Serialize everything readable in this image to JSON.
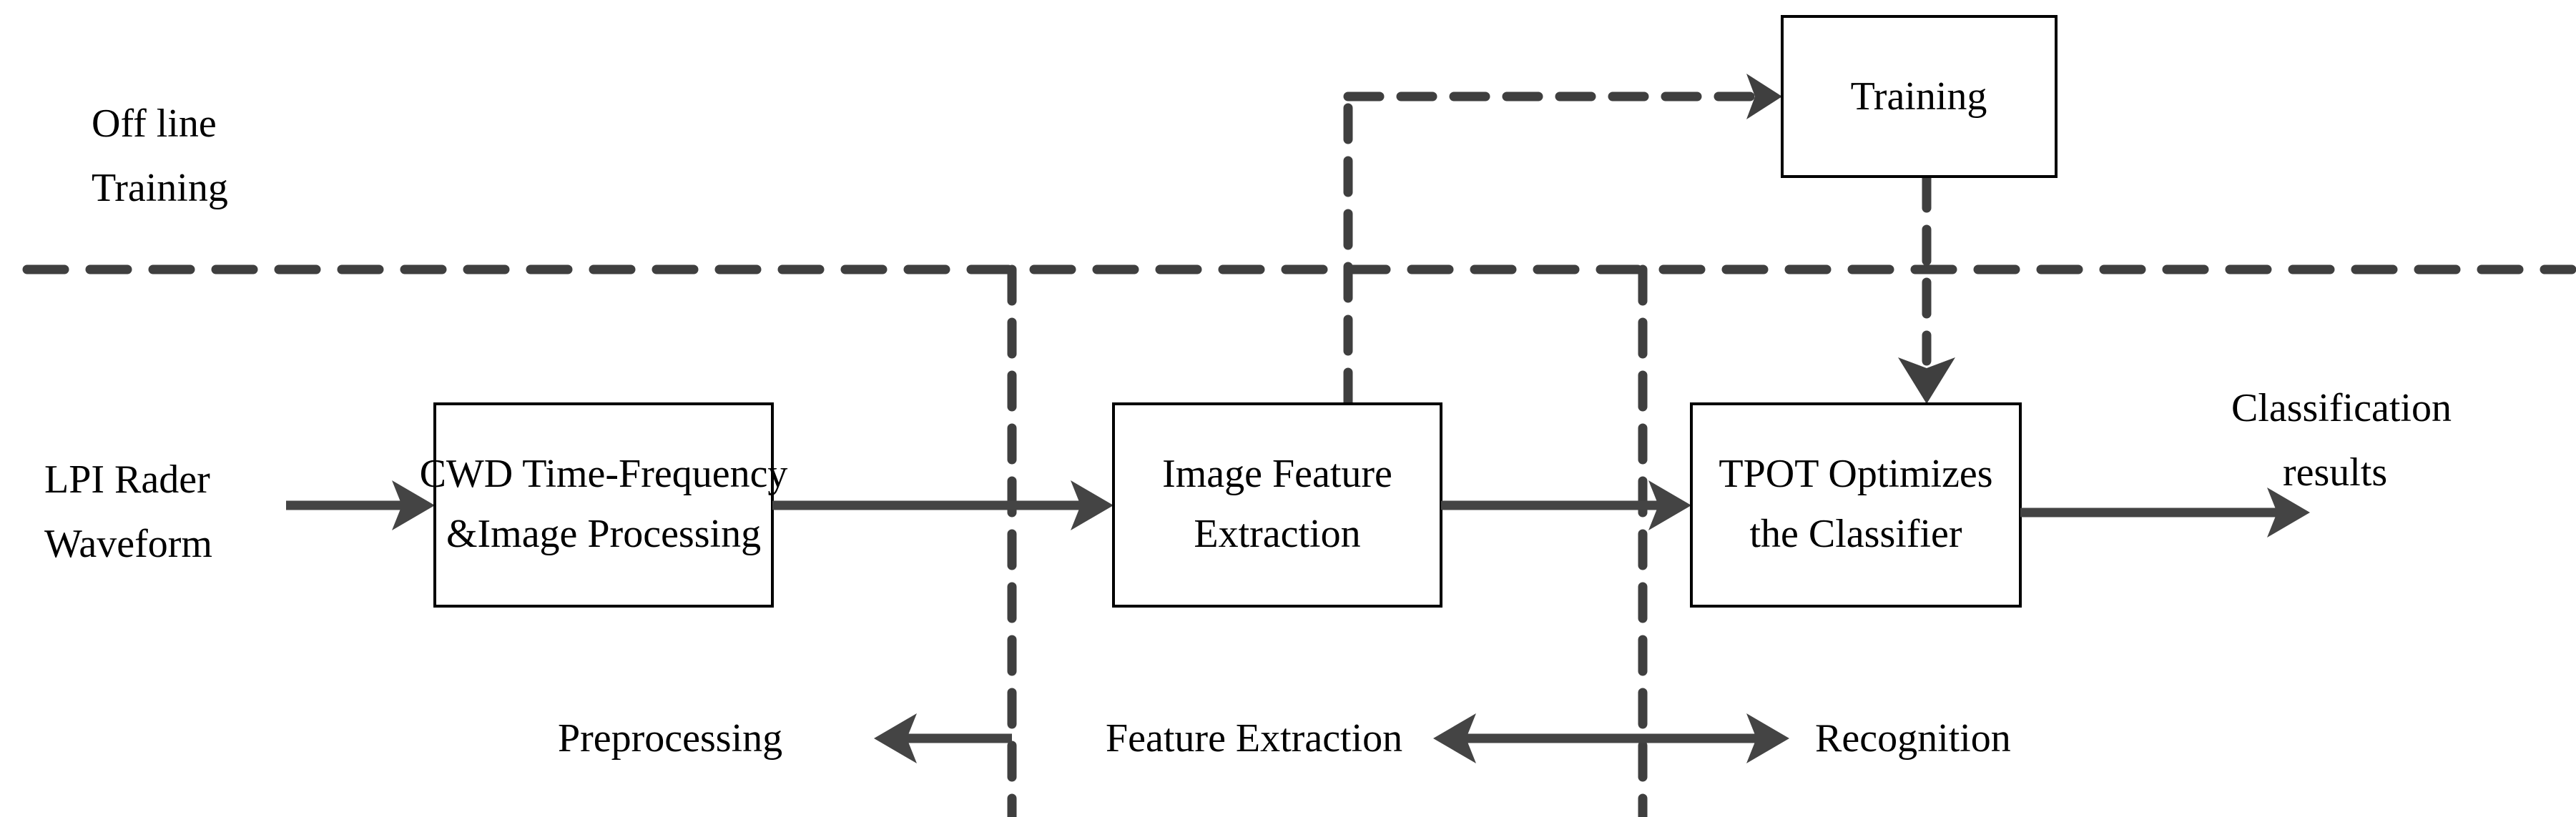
{
  "diagram": {
    "title_label": "Off line Training",
    "phase_labels": {
      "offline_line1": "Off line",
      "offline_line2": "Training"
    },
    "nodes": [
      {
        "id": "training",
        "label": "Training",
        "line1": "Training",
        "line2": ""
      },
      {
        "id": "cwd",
        "label": "CWD Time-Frequency &Image Processing",
        "line1": "CWD Time-Frequency",
        "line2": "&Image Processing"
      },
      {
        "id": "feature",
        "label": "Image Feature Extraction",
        "line1": "Image Feature",
        "line2": "Extraction"
      },
      {
        "id": "tpot",
        "label": "TPOT Optimizes the Classifier",
        "line1": "TPOT Optimizes",
        "line2": "the Classifier"
      }
    ],
    "io_labels": {
      "input_line1": "LPI Rader",
      "input_line2": "Waveform",
      "output_line1": "Classification",
      "output_line2": "results"
    },
    "stage_labels": {
      "preprocessing": "Preprocessing",
      "feature_extraction": "Feature Extraction",
      "recognition": "Recognition"
    },
    "colors": {
      "box_stroke": "#000000",
      "arrow": "#444444",
      "dashed": "#3f3f3f",
      "background": "#ffffff",
      "text": "#000000"
    }
  }
}
